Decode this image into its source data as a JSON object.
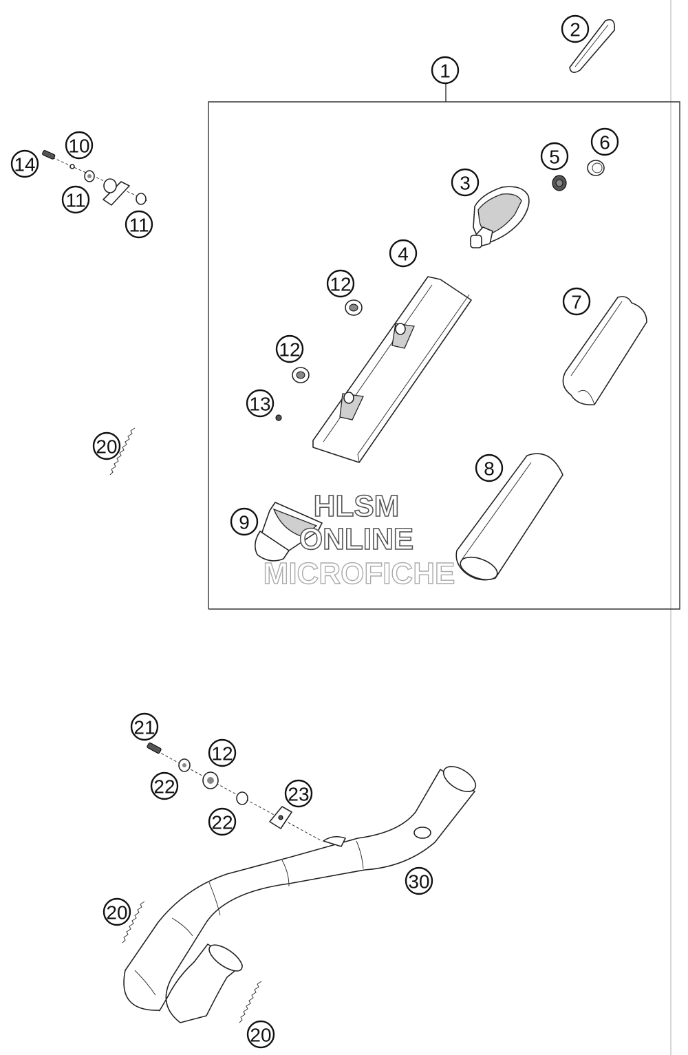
{
  "callouts": [
    {
      "id": "c1",
      "label": "1"
    },
    {
      "id": "c2",
      "label": "2"
    },
    {
      "id": "c3",
      "label": "3"
    },
    {
      "id": "c4",
      "label": "4"
    },
    {
      "id": "c5",
      "label": "5"
    },
    {
      "id": "c6",
      "label": "6"
    },
    {
      "id": "c7",
      "label": "7"
    },
    {
      "id": "c8",
      "label": "8"
    },
    {
      "id": "c9",
      "label": "9"
    },
    {
      "id": "c10",
      "label": "10"
    },
    {
      "id": "c11a",
      "label": "11"
    },
    {
      "id": "c11b",
      "label": "11"
    },
    {
      "id": "c12a",
      "label": "12"
    },
    {
      "id": "c12b",
      "label": "12"
    },
    {
      "id": "c12c",
      "label": "12"
    },
    {
      "id": "c13",
      "label": "13"
    },
    {
      "id": "c14",
      "label": "14"
    },
    {
      "id": "c20a",
      "label": "20"
    },
    {
      "id": "c20b",
      "label": "20"
    },
    {
      "id": "c20c",
      "label": "20"
    },
    {
      "id": "c21",
      "label": "21"
    },
    {
      "id": "c22a",
      "label": "22"
    },
    {
      "id": "c22b",
      "label": "22"
    },
    {
      "id": "c23",
      "label": "23"
    },
    {
      "id": "c30",
      "label": "30"
    }
  ],
  "watermark": {
    "line1": "HLSM",
    "line2": "ONLINE",
    "line3": "MICROFICHE"
  },
  "colors": {
    "line": "#222222",
    "background": "#ffffff"
  }
}
